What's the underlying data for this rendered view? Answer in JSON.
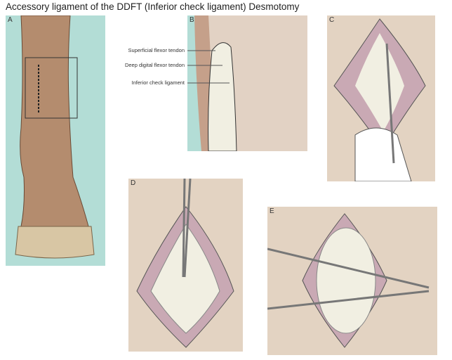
{
  "title": "Accessory ligament of the DDFT (Inferior check ligament) Desmotomy",
  "panels": {
    "a": {
      "label": "A"
    },
    "b": {
      "label": "B",
      "callouts": [
        "Superficial flexor tendon",
        "Deep digital flexor tendon",
        "Inferior check ligament"
      ]
    },
    "c": {
      "label": "C"
    },
    "d": {
      "label": "D"
    },
    "e": {
      "label": "E"
    }
  },
  "colors": {
    "teal": "#b3ddd6",
    "skin": "#b48c6e",
    "tan": "#e3d3c2",
    "tendon": "#f1efe2",
    "incision": "#c9a9b4"
  }
}
